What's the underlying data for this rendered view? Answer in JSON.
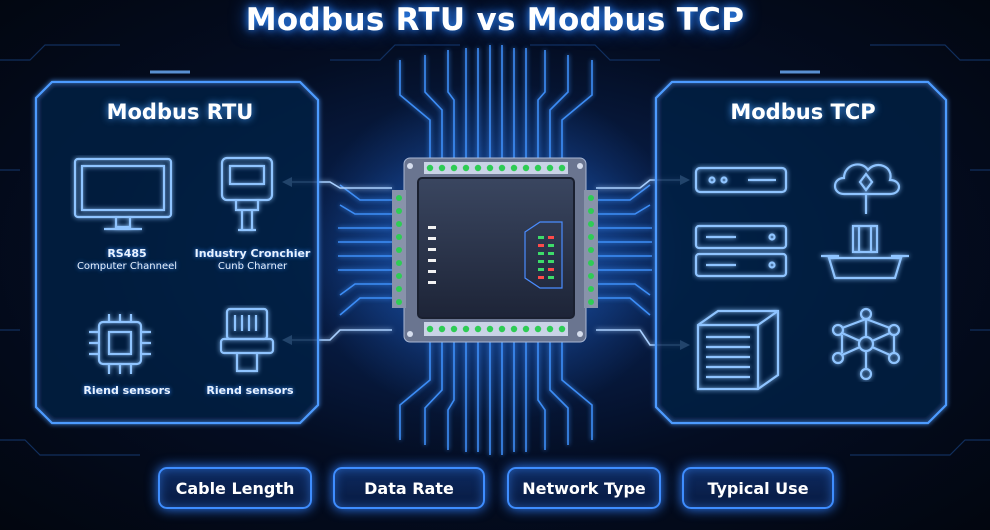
{
  "title": "Modbus RTU vs Modbus TCP",
  "rtu": {
    "title": "Modbus RTU",
    "devices": [
      {
        "line1": "RS485",
        "line2": "Computer Channeel"
      },
      {
        "line1": "Industry Cronchier",
        "line2": "Cunb Charner"
      },
      {
        "line1": "Riend sensors",
        "line2": ""
      },
      {
        "line1": "Riend sensors",
        "line2": ""
      }
    ]
  },
  "tcp": {
    "title": "Modbus TCP"
  },
  "buttons": [
    "Cable Length",
    "Data Rate",
    "Network Type",
    "Typical Use"
  ],
  "colors": {
    "accent": "#3e8dff",
    "glow": "#2f8cff",
    "led_green": "#3ddc6a",
    "led_red": "#ff4a4a"
  }
}
